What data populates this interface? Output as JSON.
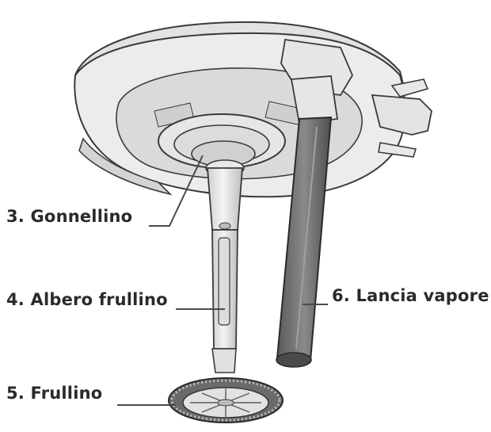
{
  "labels": {
    "gonnellino": "3. Gonnellino",
    "albero_frullino": "4. Albero frullino",
    "frullino": "5. Frullino",
    "lancia_vapore": "6. Lancia vapore"
  },
  "colors": {
    "outline": "#3a3a3a",
    "body_fill": "#ececec",
    "body_shade": "#d6d6d6",
    "inner_shade": "#c8c8c8",
    "steam_wand": "#6e6e6e",
    "steam_wand_dark": "#4a4a4a",
    "leader_line": "#4a4a4a",
    "text": "#2a2a2a"
  }
}
